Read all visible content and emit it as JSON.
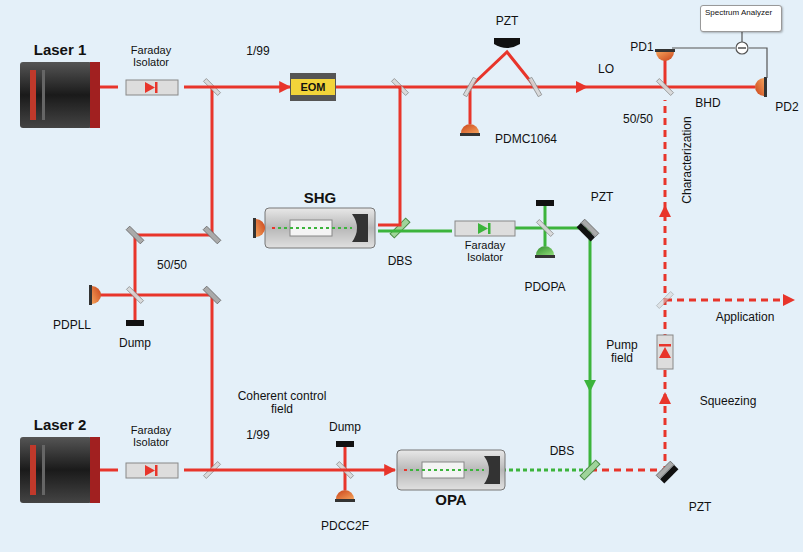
{
  "diagram": {
    "nodes": [
      {
        "text": [
          "Laser 1"
        ]
      },
      {
        "text": [
          "Faraday Isolator"
        ]
      },
      {
        "text": [
          "EOM"
        ]
      },
      {
        "text": [
          "SHG"
        ]
      },
      {
        "text": [
          "Faraday Isolator"
        ]
      },
      {
        "text": [
          "Spectrum Analyzer"
        ]
      },
      {
        "text": [
          "Laser 2"
        ]
      },
      {
        "text": [
          "Faraday Isolator"
        ]
      },
      {
        "text": [
          "OPA"
        ]
      }
    ],
    "edges": [
      {
        "from": 0,
        "to": 1,
        "arrow": "none"
      },
      {
        "from": 1,
        "to": 2,
        "arrow": "to"
      },
      {
        "from": 2,
        "to": 3,
        "arrow": "none"
      },
      {
        "from": 3,
        "to": 4,
        "arrow": "none"
      },
      {
        "from": 6,
        "to": 7,
        "arrow": "none"
      },
      {
        "from": 7,
        "to": 8,
        "arrow": "to"
      }
    ],
    "labels": [
      "1/99",
      "PZT",
      "PDMC1064",
      "LO",
      "PD1",
      "PD2",
      "BHD",
      "50/50",
      "Characterization",
      "DBS",
      "PDOPA",
      "PZT",
      "Pump field",
      "50/50",
      "PDPLL",
      "Dump",
      "Application",
      "Squeezing",
      "1/99",
      "Coherent control field",
      "Dump",
      "DBS",
      "PDCC2F",
      "PZT"
    ]
  }
}
